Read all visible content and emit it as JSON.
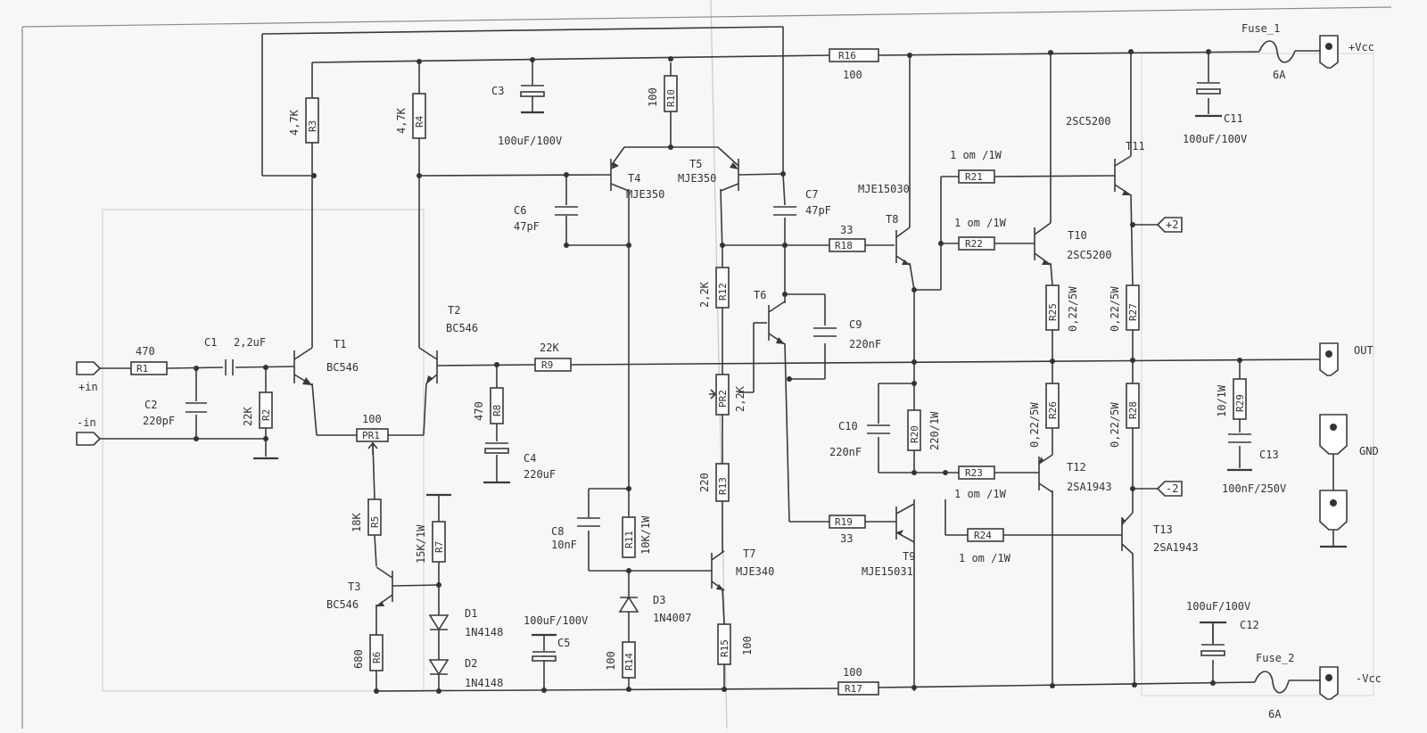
{
  "resistors": [
    {
      "ref": "R1",
      "value": "470"
    },
    {
      "ref": "R2",
      "value": "22K"
    },
    {
      "ref": "R3",
      "value": "4,7K"
    },
    {
      "ref": "R4",
      "value": "4,7K"
    },
    {
      "ref": "R5",
      "value": "18K"
    },
    {
      "ref": "R6",
      "value": "680"
    },
    {
      "ref": "R7",
      "value": "15K/1W"
    },
    {
      "ref": "R8",
      "value": "470"
    },
    {
      "ref": "R9",
      "value": "22K"
    },
    {
      "ref": "R10",
      "value": "100"
    },
    {
      "ref": "R11",
      "value": "10K/1W"
    },
    {
      "ref": "R12",
      "value": "2,2K"
    },
    {
      "ref": "R13",
      "value": "220"
    },
    {
      "ref": "R14",
      "value": "100"
    },
    {
      "ref": "R15",
      "value": "100"
    },
    {
      "ref": "R16",
      "value": "100"
    },
    {
      "ref": "R17",
      "value": "100"
    },
    {
      "ref": "R18",
      "value": "33"
    },
    {
      "ref": "R19",
      "value": "33"
    },
    {
      "ref": "R20",
      "value": "220/1W"
    },
    {
      "ref": "R21",
      "value": "1 om /1W"
    },
    {
      "ref": "R22",
      "value": "1 om /1W"
    },
    {
      "ref": "R23",
      "value": "1 om /1W"
    },
    {
      "ref": "R24",
      "value": "1 om /1W"
    },
    {
      "ref": "R25",
      "value": "0,22/5W"
    },
    {
      "ref": "R26",
      "value": "0,22/5W"
    },
    {
      "ref": "R27",
      "value": "0,22/5W"
    },
    {
      "ref": "R28",
      "value": "0,22/5W"
    },
    {
      "ref": "R29",
      "value": "10/1W"
    }
  ],
  "pots": [
    {
      "ref": "PR1",
      "value": "100"
    },
    {
      "ref": "PR2",
      "value": "2,2K"
    }
  ],
  "capacitors": [
    {
      "ref": "C1",
      "value": "2,2uF"
    },
    {
      "ref": "C2",
      "value": "220pF"
    },
    {
      "ref": "C3",
      "value": "100uF/100V"
    },
    {
      "ref": "C4",
      "value": "220uF"
    },
    {
      "ref": "C5",
      "value": "100uF/100V"
    },
    {
      "ref": "C6",
      "value": "47pF"
    },
    {
      "ref": "C7",
      "value": "47pF"
    },
    {
      "ref": "C8",
      "value": "10nF"
    },
    {
      "ref": "C9",
      "value": "220nF"
    },
    {
      "ref": "C10",
      "value": "220nF"
    },
    {
      "ref": "C11",
      "value": "100uF/100V"
    },
    {
      "ref": "C12",
      "value": "100uF/100V"
    },
    {
      "ref": "C13",
      "value": "100nF/250V"
    }
  ],
  "transistors": [
    {
      "ref": "T1",
      "part": "BC546"
    },
    {
      "ref": "T2",
      "part": "BC546"
    },
    {
      "ref": "T3",
      "part": "BC546"
    },
    {
      "ref": "T4",
      "part": "MJE350"
    },
    {
      "ref": "T5",
      "part": "MJE350"
    },
    {
      "ref": "T6",
      "part": ""
    },
    {
      "ref": "T7",
      "part": "MJE340"
    },
    {
      "ref": "T8",
      "part": "MJE15030"
    },
    {
      "ref": "T9",
      "part": "MJE15031"
    },
    {
      "ref": "T10",
      "part": "2SC5200"
    },
    {
      "ref": "T11",
      "part": "2SC5200"
    },
    {
      "ref": "T12",
      "part": "2SA1943"
    },
    {
      "ref": "T13",
      "part": "2SA1943"
    }
  ],
  "diodes": [
    {
      "ref": "D1",
      "part": "1N4148"
    },
    {
      "ref": "D2",
      "part": "1N4148"
    },
    {
      "ref": "D3",
      "part": "1N4007"
    }
  ],
  "fuses": [
    {
      "ref": "Fuse_1",
      "value": "6A"
    },
    {
      "ref": "Fuse_2",
      "value": "6A"
    }
  ],
  "terminals": {
    "vcc_pos": "+Vcc",
    "vcc_neg": "-Vcc",
    "out": "OUT",
    "gnd": "GND",
    "in_pos": "+in",
    "in_neg": "-in"
  },
  "flags": {
    "plus2": "+2",
    "minus2": "-2"
  }
}
